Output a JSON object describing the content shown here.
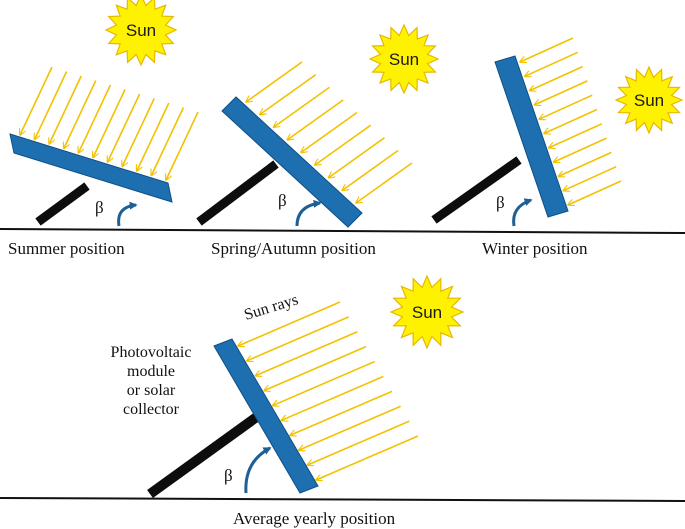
{
  "colors": {
    "panel": "#1e6fb0",
    "panel_edge": "#0f4f86",
    "support": "#0d0d0d",
    "ray": "#f2c200",
    "sun_fill": "#fff200",
    "sun_stroke": "#e6b800",
    "arc": "#1e5f95",
    "ground": "#111111"
  },
  "sun_label": "Sun",
  "angle_symbol": "β",
  "captions": {
    "summer": "Summer position",
    "spring_autumn": "Spring/Autumn position",
    "winter": "Winter position",
    "average": "Average yearly position"
  },
  "annotations": {
    "sun_rays": "Sun rays",
    "module_lines": [
      "Photovoltaic",
      "module",
      "or solar",
      "collector"
    ]
  },
  "icons": [
    "sun-icon",
    "arrow-icon",
    "angle-arc-icon"
  ]
}
